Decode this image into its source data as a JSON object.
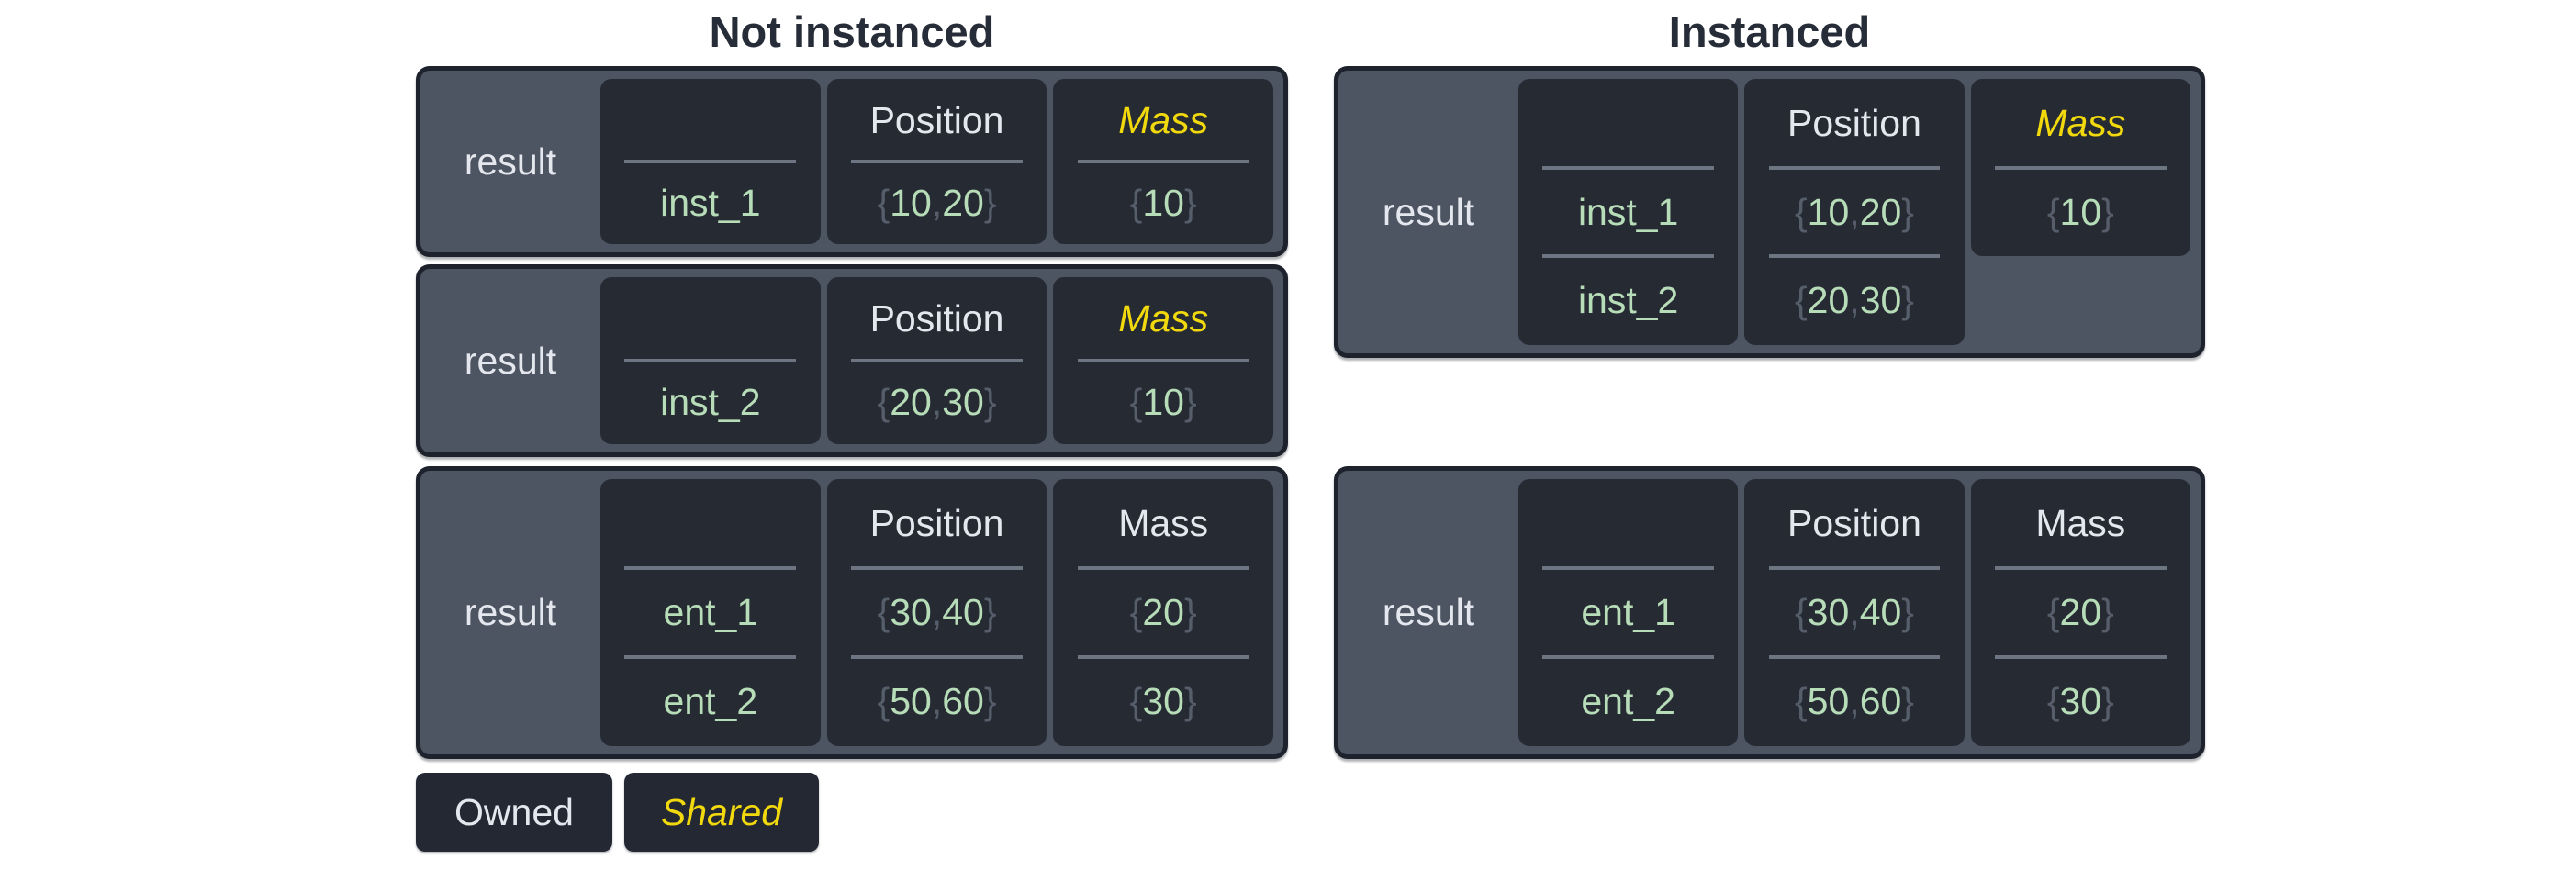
{
  "titles": {
    "not_instanced": "Not instanced",
    "instanced": "Instanced"
  },
  "legend": {
    "owned": "Owned",
    "shared": "Shared"
  },
  "colors": {
    "page-bg": "#ffffff",
    "title-text": "#272d38",
    "table-bg": "#4d5462",
    "table-border": "#1d222c",
    "cell-bg": "#252a33",
    "divider": "#6d7482",
    "owned-text": "#e4e7ed",
    "shared-text": "#f2d90e",
    "value-green": "#b7dcb8",
    "punct-gray": "#565d6b",
    "legend-bg": "#232833"
  },
  "tables": [
    {
      "group": "not_instanced",
      "result_label": "result",
      "columns": [
        {
          "header": "",
          "shared": false,
          "values": [
            "inst_1"
          ]
        },
        {
          "header": "Position",
          "shared": false,
          "values": [
            "{10, 20}"
          ]
        },
        {
          "header": "Mass",
          "shared": true,
          "values": [
            "{10}"
          ]
        }
      ]
    },
    {
      "group": "not_instanced",
      "result_label": "result",
      "columns": [
        {
          "header": "",
          "shared": false,
          "values": [
            "inst_2"
          ]
        },
        {
          "header": "Position",
          "shared": false,
          "values": [
            "{20, 30}"
          ]
        },
        {
          "header": "Mass",
          "shared": true,
          "values": [
            "{10}"
          ]
        }
      ]
    },
    {
      "group": "not_instanced",
      "result_label": "result",
      "columns": [
        {
          "header": "",
          "shared": false,
          "values": [
            "ent_1",
            "ent_2"
          ]
        },
        {
          "header": "Position",
          "shared": false,
          "values": [
            "{30, 40}",
            "{50, 60}"
          ]
        },
        {
          "header": "Mass",
          "shared": false,
          "values": [
            "{20}",
            "{30}"
          ]
        }
      ]
    },
    {
      "group": "instanced",
      "result_label": "result",
      "columns": [
        {
          "header": "",
          "shared": false,
          "values": [
            "inst_1",
            "inst_2"
          ]
        },
        {
          "header": "Position",
          "shared": false,
          "values": [
            "{10, 20}",
            "{20, 30}"
          ]
        },
        {
          "header": "Mass",
          "shared": true,
          "values": [
            "{10}"
          ],
          "span": 1
        }
      ]
    },
    {
      "group": "instanced",
      "result_label": "result",
      "columns": [
        {
          "header": "",
          "shared": false,
          "values": [
            "ent_1",
            "ent_2"
          ]
        },
        {
          "header": "Position",
          "shared": false,
          "values": [
            "{30, 40}",
            "{50, 60}"
          ]
        },
        {
          "header": "Mass",
          "shared": false,
          "values": [
            "{20}",
            "{30}"
          ]
        }
      ]
    }
  ]
}
